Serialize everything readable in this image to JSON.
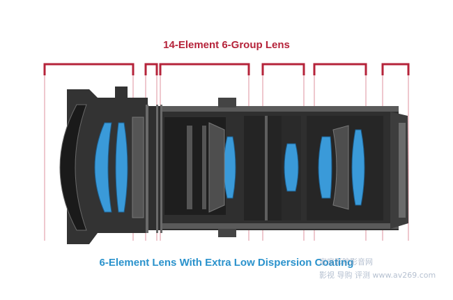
{
  "heading": "14-Element 6-Group Lens",
  "caption": "6-Element Lens With Extra Low Dispersion Coating",
  "watermark": {
    "line1": "家庭影院影音网",
    "line2": "影视 导购 评测 www.av269.com"
  },
  "colors": {
    "heading": "#b5233a",
    "caption": "#2a92cc",
    "bracket": "#b5233a",
    "body_dark": "#2c2c2c",
    "body_mid": "#4a4a4a",
    "glass_blue": "#3a9ad9"
  },
  "lens": {
    "element_count": 14,
    "group_count": 6,
    "ed_elements": 6
  }
}
